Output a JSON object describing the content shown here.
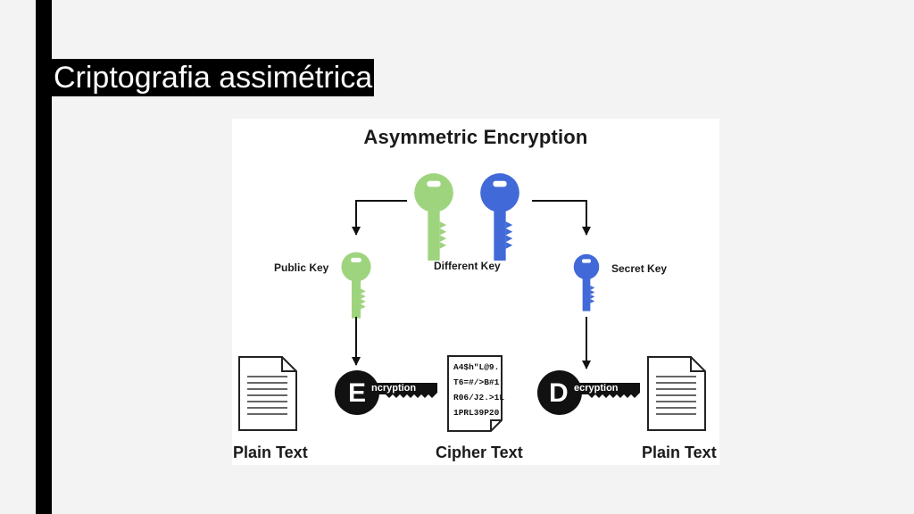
{
  "slide": {
    "title": "Criptografia assimétrica"
  },
  "diagram": {
    "title": "Asymmetric Encryption",
    "public_key_label": "Public Key",
    "different_key_label": "Different Key",
    "secret_key_label": "Secret Key",
    "plain_text_left": "Plain Text",
    "cipher_text": "Cipher Text",
    "plain_text_right": "Plain Text",
    "encryption_badge": {
      "letter": "E",
      "word": "ncryption"
    },
    "decryption_badge": {
      "letter": "D",
      "word": "ecryption"
    },
    "cipher_lines": [
      "A4$h\"L@9.",
      "T6=#/>B#1",
      "R06/J2.>1L",
      "1PRL39P20"
    ]
  },
  "colors": {
    "green_key": "#9fd47f",
    "blue_key": "#4169d8",
    "bar": "#000000",
    "background": "#f3f3f3"
  }
}
